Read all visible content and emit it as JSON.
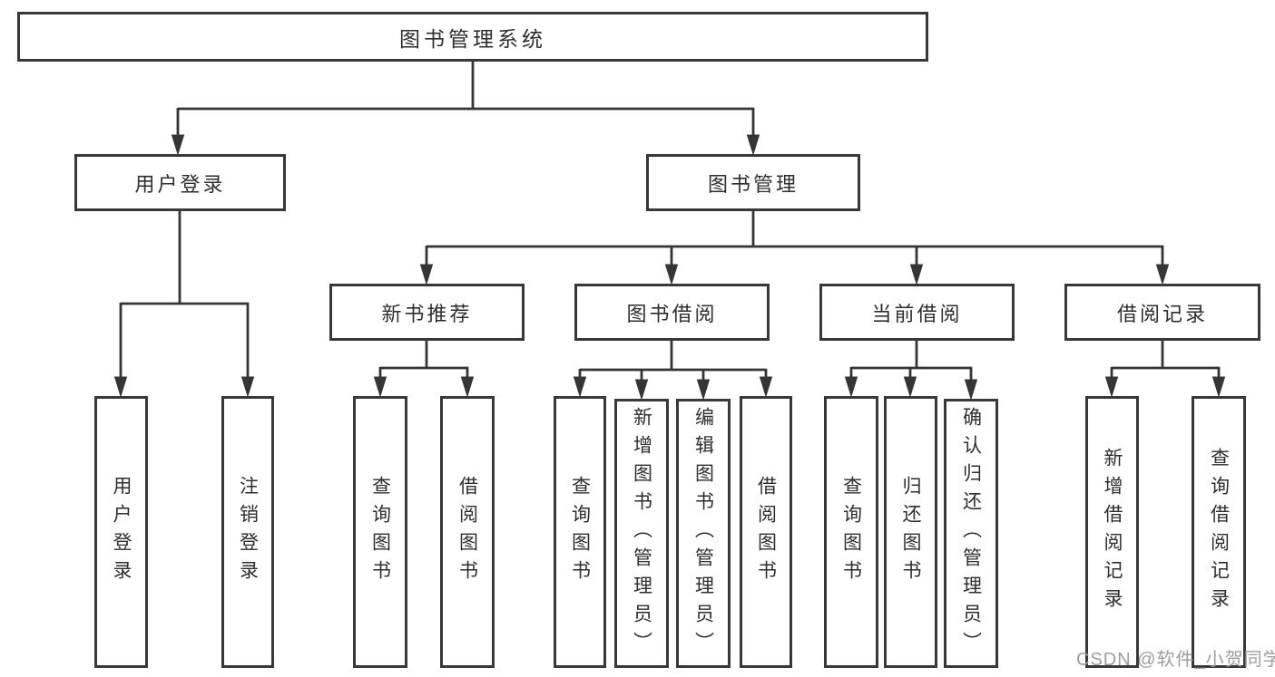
{
  "diagram": {
    "root": {
      "label": "图书管理系统"
    },
    "login": {
      "label": "用户登录",
      "children": [
        {
          "label": "用户登录"
        },
        {
          "label": "注销登录"
        }
      ]
    },
    "management": {
      "label": "图书管理",
      "groups": [
        {
          "label": "新书推荐",
          "children": [
            {
              "label": "查询图书"
            },
            {
              "label": "借阅图书"
            }
          ]
        },
        {
          "label": "图书借阅",
          "children": [
            {
              "label": "查询图书"
            },
            {
              "label": "新增图书（管理员）"
            },
            {
              "label": "编辑图书（管理员）"
            },
            {
              "label": "借阅图书"
            }
          ]
        },
        {
          "label": "当前借阅",
          "children": [
            {
              "label": "查询图书"
            },
            {
              "label": "归还图书"
            },
            {
              "label": "确认归还（管理员）"
            }
          ]
        },
        {
          "label": "借阅记录",
          "children": [
            {
              "label": "新增借阅记录"
            },
            {
              "label": "查询借阅记录"
            }
          ]
        }
      ]
    }
  },
  "watermark": {
    "text": "CSDN @软件_小贺同学"
  },
  "colors": {
    "line": "#353535",
    "box_border": "#383838",
    "text": "#2e2e2e",
    "watermark": "#9e9e9e",
    "background": "#ffffff"
  }
}
